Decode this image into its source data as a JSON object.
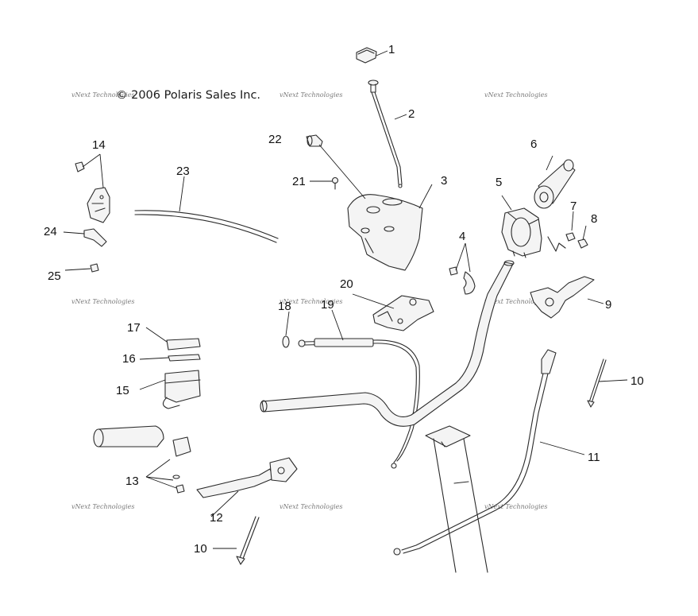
{
  "diagram": {
    "copyright": "© 2006 Polaris Sales Inc.",
    "watermark": "vNext Technologies",
    "callouts": [
      "1",
      "2",
      "3",
      "4",
      "5",
      "6",
      "7",
      "8",
      "9",
      "10",
      "10",
      "11",
      "12",
      "13",
      "14",
      "15",
      "16",
      "17",
      "18",
      "19",
      "20",
      "21",
      "22",
      "23",
      "24",
      "25"
    ]
  }
}
